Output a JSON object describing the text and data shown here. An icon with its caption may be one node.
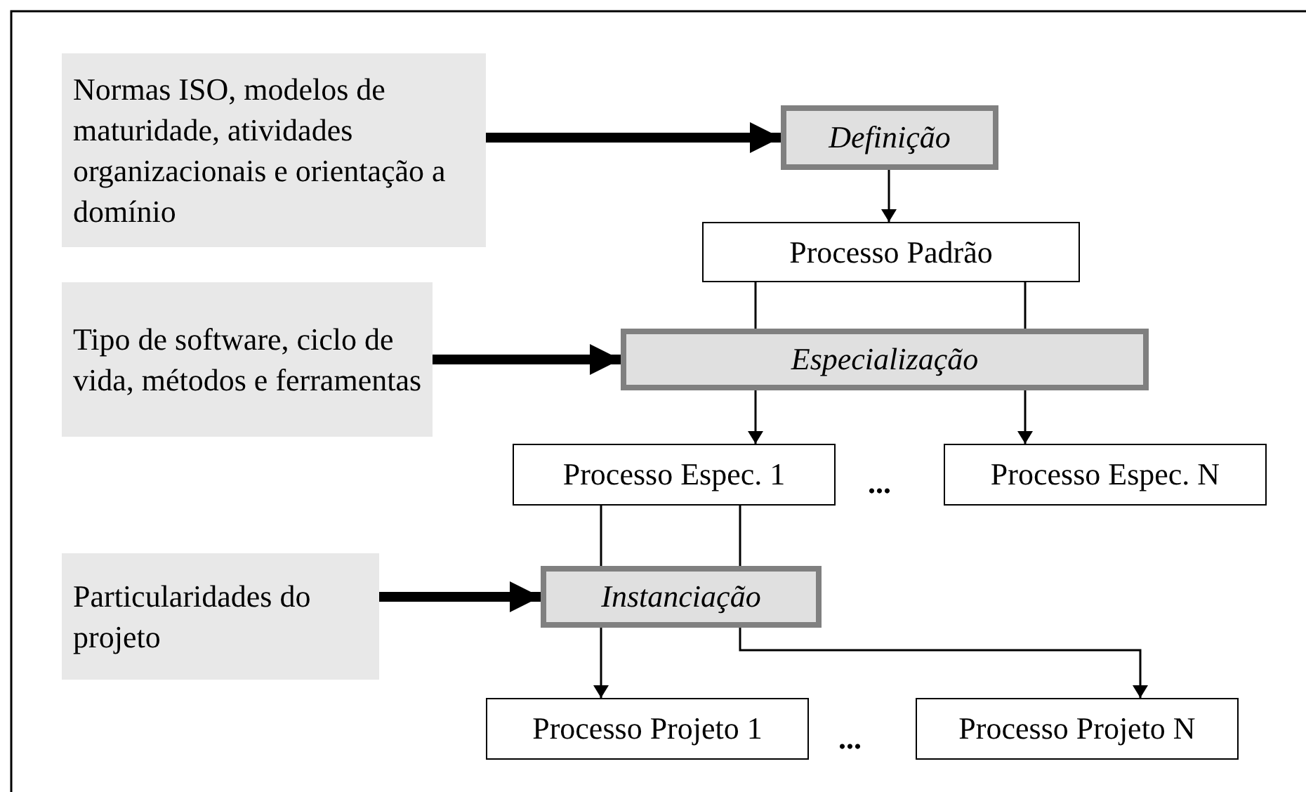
{
  "diagram": {
    "nodes": [
      {
        "text": [
          "Normas ISO, modelos de maturidade, atividades organizacionais e orientação a domínio"
        ]
      },
      {
        "text": [
          "Definição"
        ]
      },
      {
        "text": [
          "Processo Padrão"
        ]
      },
      {
        "text": [
          "Tipo de software, ciclo de vida, métodos e ferramentas"
        ]
      },
      {
        "text": [
          "Especialização"
        ]
      },
      {
        "text": [
          "Processo Espec. 1"
        ]
      },
      {
        "text": [
          "Processo Espec. N"
        ]
      },
      {
        "text": [
          "Particularidades do projeto"
        ]
      },
      {
        "text": [
          "Instanciação"
        ]
      },
      {
        "text": [
          "Processo Projeto 1"
        ]
      },
      {
        "text": [
          "Processo Projeto N"
        ]
      }
    ],
    "edges": [
      {
        "from": 0,
        "to": 1,
        "arrow": "to",
        "style": "thick"
      },
      {
        "from": 1,
        "to": 2,
        "arrow": "to"
      },
      {
        "from": 2,
        "to": 4,
        "arrow": "none"
      },
      {
        "from": 2,
        "to": 4,
        "arrow": "none"
      },
      {
        "from": 3,
        "to": 4,
        "arrow": "to",
        "style": "thick"
      },
      {
        "from": 4,
        "to": 5,
        "arrow": "to"
      },
      {
        "from": 4,
        "to": 6,
        "arrow": "to"
      },
      {
        "from": 5,
        "to": 8,
        "arrow": "none"
      },
      {
        "from": 5,
        "to": 8,
        "arrow": "none"
      },
      {
        "from": 7,
        "to": 8,
        "arrow": "to",
        "style": "thick"
      },
      {
        "from": 8,
        "to": 9,
        "arrow": "to"
      },
      {
        "from": 8,
        "to": 10,
        "arrow": "to"
      }
    ],
    "labels": [
      "...",
      "..."
    ]
  }
}
